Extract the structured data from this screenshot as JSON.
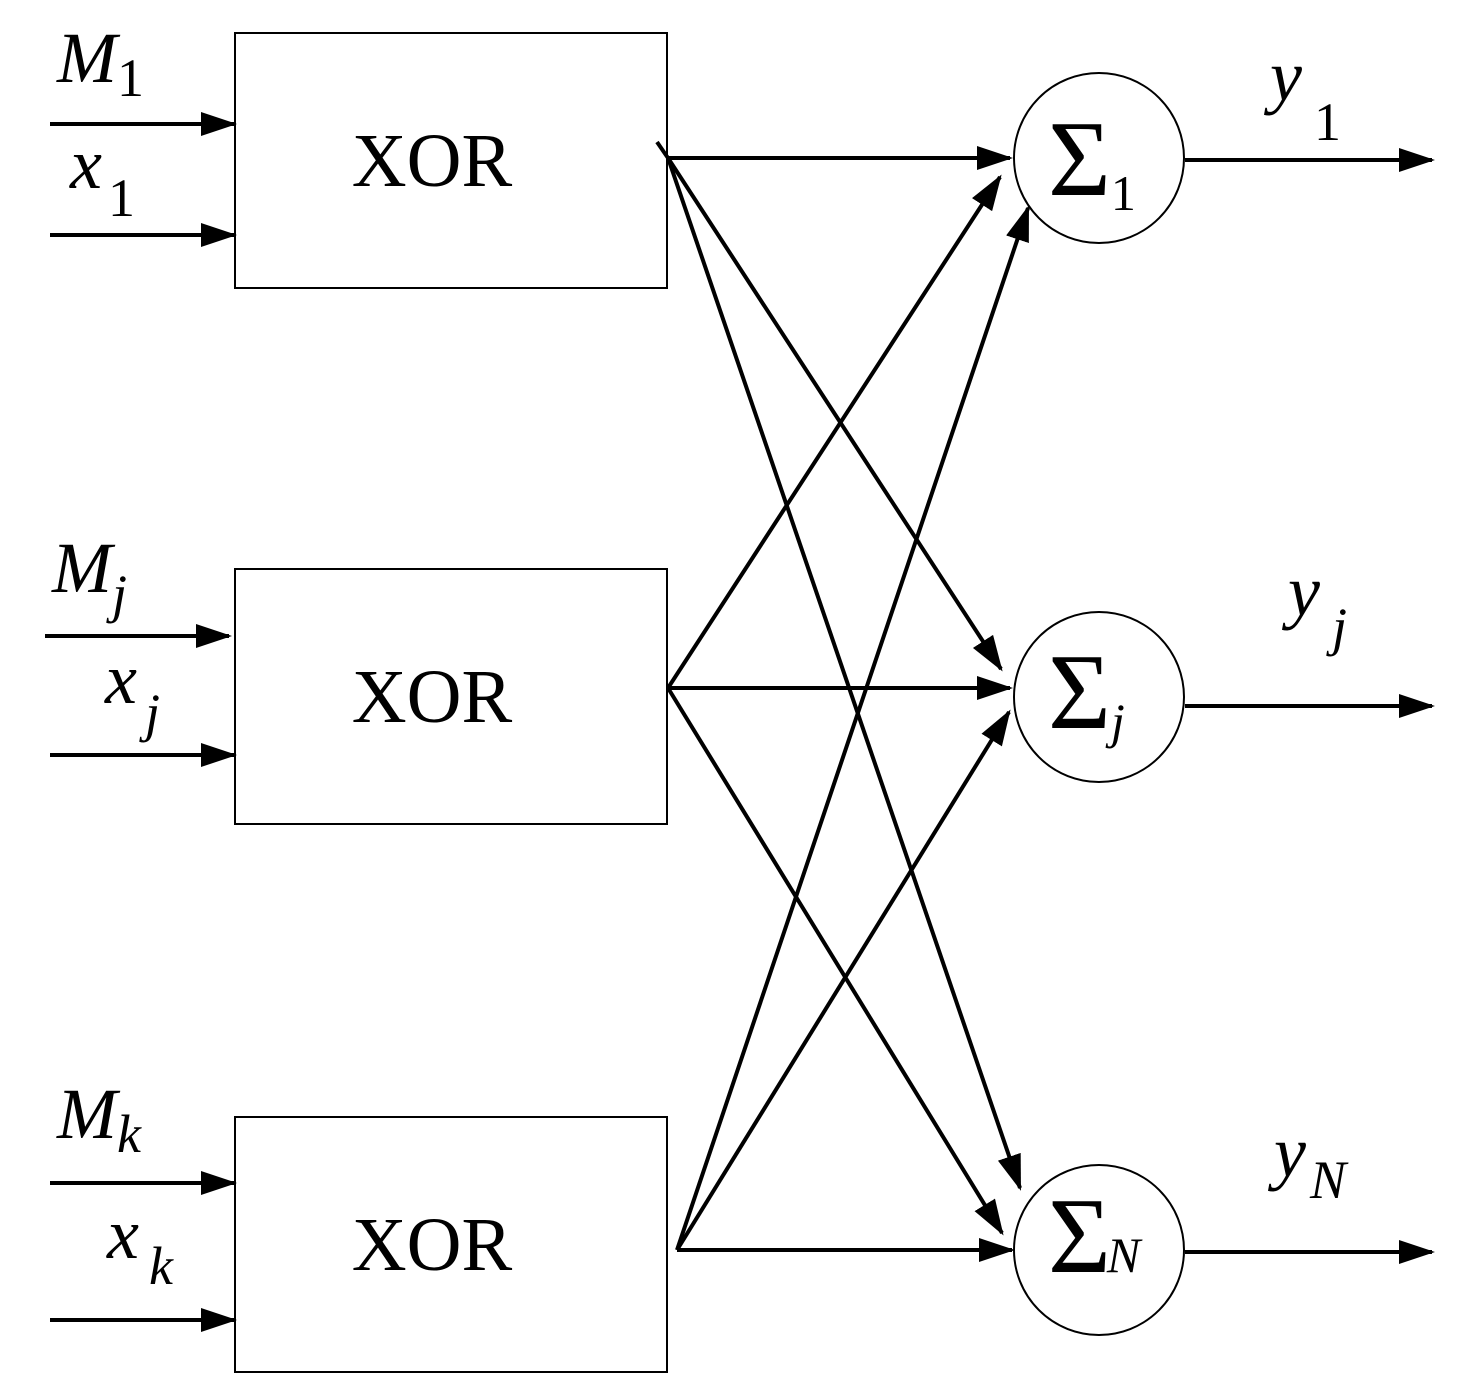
{
  "gates": [
    {
      "label": "XOR",
      "in_m": {
        "base": "M",
        "sub": "1"
      },
      "in_x": {
        "base": "x",
        "sub": "1"
      }
    },
    {
      "label": "XOR",
      "in_m": {
        "base": "M",
        "sub": "j"
      },
      "in_x": {
        "base": "x",
        "sub": "j"
      }
    },
    {
      "label": "XOR",
      "in_m": {
        "base": "M",
        "sub": "k"
      },
      "in_x": {
        "base": "x",
        "sub": "k"
      }
    }
  ],
  "sums": [
    {
      "symbol": "Σ",
      "sub": "1",
      "out": {
        "base": "y",
        "sub": "1"
      }
    },
    {
      "symbol": "Σ",
      "sub": "j",
      "out": {
        "base": "y",
        "sub": "j"
      }
    },
    {
      "symbol": "Σ",
      "sub": "N",
      "out": {
        "base": "y",
        "sub": "N"
      }
    }
  ]
}
